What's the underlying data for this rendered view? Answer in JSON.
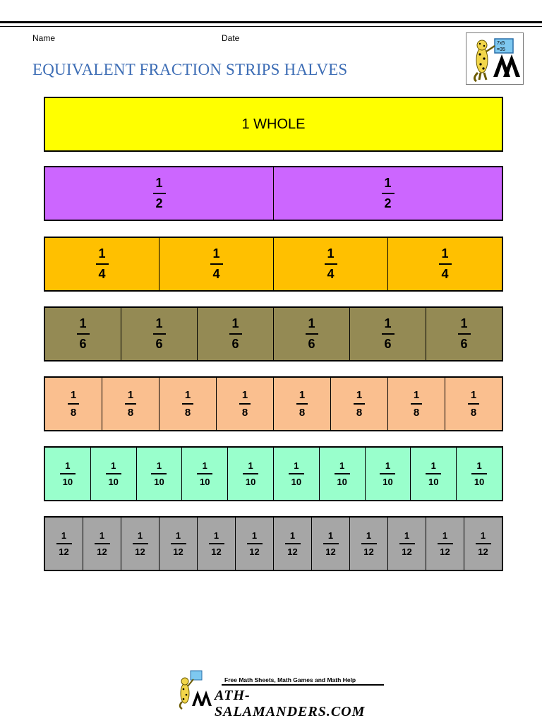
{
  "header": {
    "name_label": "Name",
    "date_label": "Date",
    "title": "EQUIVALENT FRACTION STRIPS HALVES"
  },
  "logo": {
    "icon": "salamander-easel-icon",
    "easel_text_line1": "7x5",
    "easel_text_line2": "=35"
  },
  "strips": [
    {
      "id": "whole",
      "label": "1 WHOLE",
      "parts": 1,
      "color": "#ffff00"
    },
    {
      "id": "halves",
      "numerator": "1",
      "denominator": "2",
      "parts": 2,
      "color": "#cc66ff"
    },
    {
      "id": "quarters",
      "numerator": "1",
      "denominator": "4",
      "parts": 4,
      "color": "#ffc000"
    },
    {
      "id": "sixths",
      "numerator": "1",
      "denominator": "6",
      "parts": 6,
      "color": "#948a54"
    },
    {
      "id": "eighths",
      "numerator": "1",
      "denominator": "8",
      "parts": 8,
      "color": "#fabf8f"
    },
    {
      "id": "tenths",
      "numerator": "1",
      "denominator": "10",
      "parts": 10,
      "color": "#99ffcc"
    },
    {
      "id": "twelfths",
      "numerator": "1",
      "denominator": "12",
      "parts": 12,
      "color": "#a6a6a6"
    }
  ],
  "footer": {
    "tagline": "Free Math Sheets, Math Games and Math Help",
    "site": "ATH-SALAMANDERS.COM"
  }
}
